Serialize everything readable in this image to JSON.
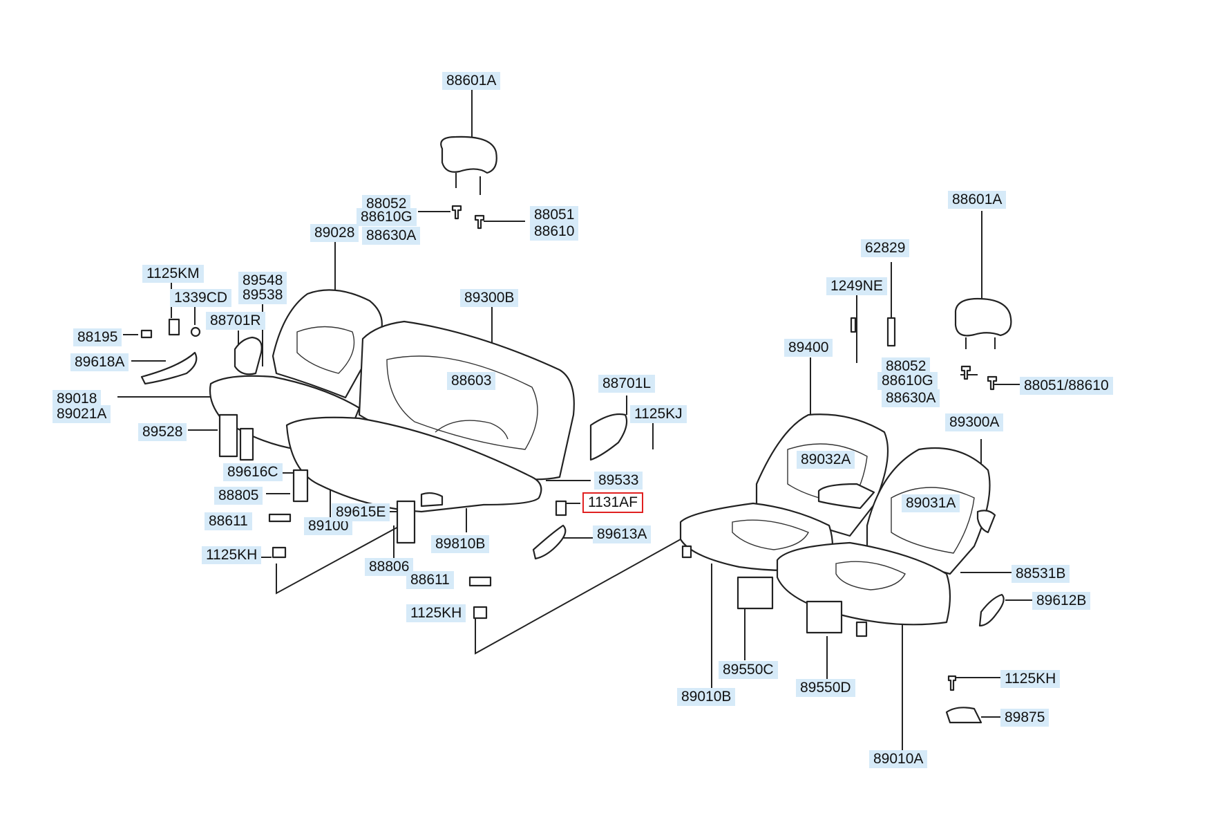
{
  "labels": {
    "l88601a_1": "88601A",
    "l88052_1": "88052",
    "l88610g_1": "88610G",
    "l88630a_1": "88630A",
    "l88051_1": "88051",
    "l88610_1": "88610",
    "l89028": "89028",
    "l1125km": "1125KM",
    "l89548": "89548",
    "l89538": "89538",
    "l1339cd": "1339CD",
    "l88701r": "88701R",
    "l88195": "88195",
    "l89618a": "89618A",
    "l89018": "89018",
    "l89021a": "89021A",
    "l89528": "89528",
    "l89300b": "89300B",
    "l88603": "88603",
    "l88701l": "88701L",
    "l1125kj": "1125KJ",
    "l89616c": "89616C",
    "l88805": "88805",
    "l89533": "89533",
    "l1131af": "1131AF",
    "l88611_1": "88611",
    "l89100": "89100",
    "l89615e": "89615E",
    "l89810b": "89810B",
    "l89613a": "89613A",
    "l1125kh_1": "1125KH",
    "l88806": "88806",
    "l88611_2": "88611",
    "l1125kh_2": "1125KH",
    "l88601a_2": "88601A",
    "l62829": "62829",
    "l1249ne": "1249NE",
    "l89400": "89400",
    "l88052_2": "88052",
    "l88610g_2": "88610G",
    "l88630a_2": "88630A",
    "l88051_2": "88051/88610",
    "l89300a": "89300A",
    "l89032a": "89032A",
    "l89031a": "89031A",
    "l88531b": "88531B",
    "l89612b": "89612B",
    "l89550c": "89550C",
    "l89010b": "89010B",
    "l89550d": "89550D",
    "l1125kh_3": "1125KH",
    "l89875": "89875",
    "l89010a": "89010A"
  },
  "selected_label": "1131AF",
  "colors": {
    "label_background": "#d6eaf8",
    "selected_outline": "#e02020",
    "line": "#222222"
  }
}
